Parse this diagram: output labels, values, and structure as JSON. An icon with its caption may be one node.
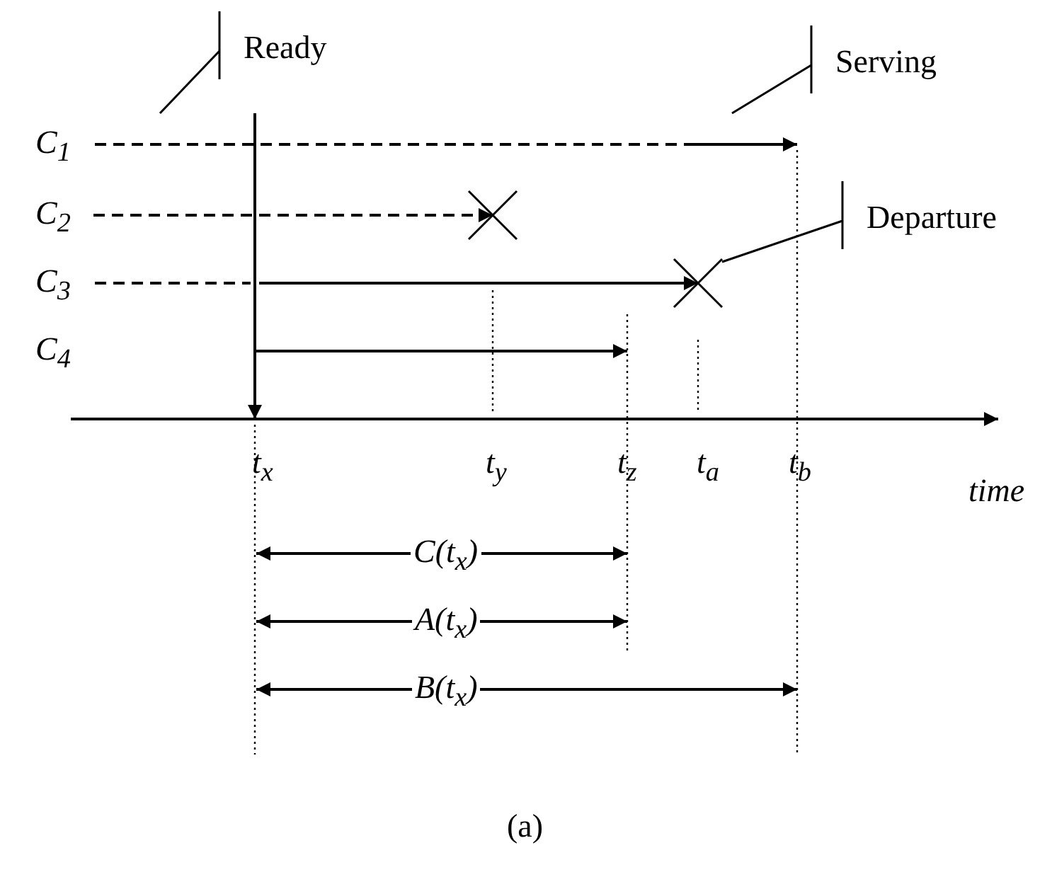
{
  "diagram": {
    "caption": "(a)",
    "nodes": [
      {
        "text": [
          "Ready"
        ]
      },
      {
        "text": [
          "Serving"
        ]
      },
      {
        "text": [
          "Departure"
        ]
      },
      {
        "text": [],
        "shape": "cross"
      },
      {
        "text": [],
        "shape": "cross"
      }
    ],
    "edges": [
      {
        "from": 0,
        "to": null,
        "arrow": "none"
      },
      {
        "from": 1,
        "to": null,
        "arrow": "none"
      },
      {
        "from": 2,
        "to": 4,
        "arrow": "none"
      },
      {
        "from": null,
        "to": 3,
        "arrow": "to",
        "style": "dashed"
      },
      {
        "from": null,
        "to": 4,
        "arrow": "to"
      }
    ],
    "labels": [
      "C$_{1}$",
      "C$_{2}$",
      "C$_{3}$",
      "C$_{4}$",
      "t$_{x}$",
      "t$_{y}$",
      "t$_{z}$",
      "t$_{a}$",
      "t$_{b}$",
      "time",
      "C(t$_{x}$)",
      "A(t$_{x}$)",
      "B(t$_{x}$)"
    ]
  }
}
